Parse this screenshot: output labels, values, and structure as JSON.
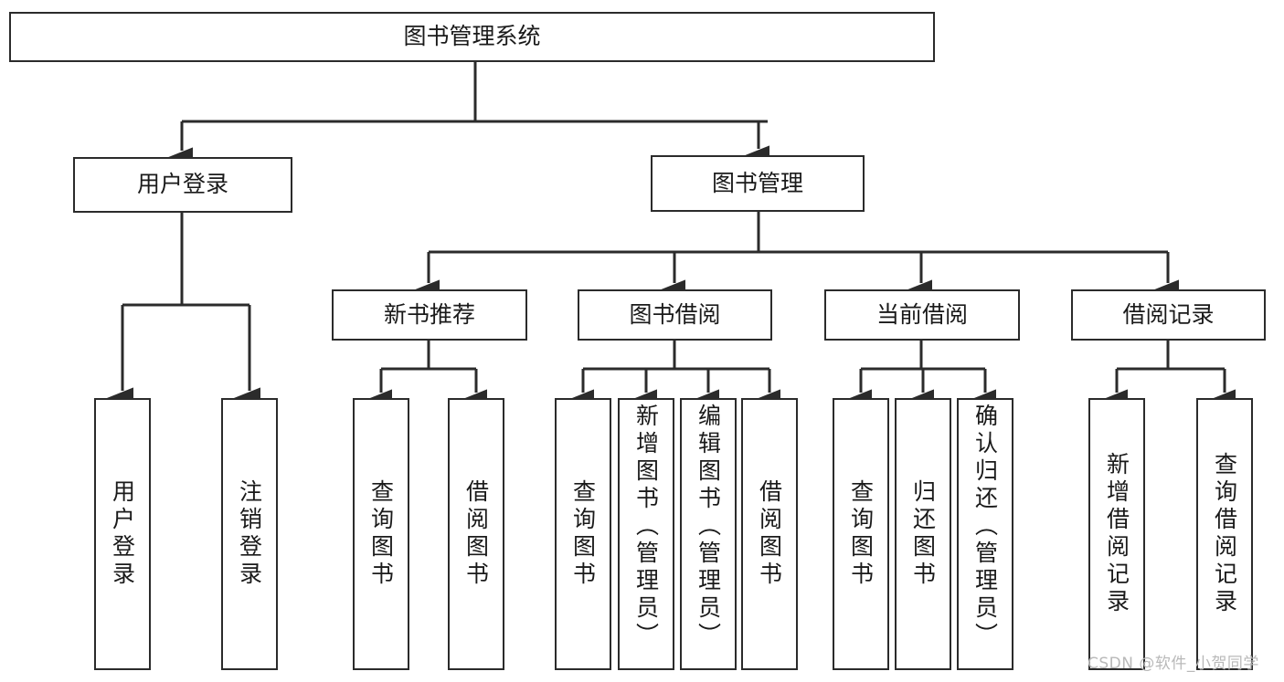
{
  "diagram": {
    "type": "tree",
    "title": "图书管理系统",
    "root": {
      "id": "root",
      "label": "图书管理系统"
    },
    "level2": [
      {
        "id": "user-login",
        "label": "用户登录"
      },
      {
        "id": "book-manage",
        "label": "图书管理"
      }
    ],
    "level3": [
      {
        "id": "new-book-rec",
        "label": "新书推荐"
      },
      {
        "id": "book-borrow",
        "label": "图书借阅"
      },
      {
        "id": "current-borrow",
        "label": "当前借阅"
      },
      {
        "id": "borrow-record",
        "label": "借阅记录"
      }
    ],
    "leaves": {
      "user_login": [
        {
          "id": "leaf-user-login",
          "label": "用户登录"
        },
        {
          "id": "leaf-user-logout",
          "label": "注销登录"
        }
      ],
      "new_book_rec": [
        {
          "id": "leaf-query-book-1",
          "label": "查询图书"
        },
        {
          "id": "leaf-borrow-book-1",
          "label": "借阅图书"
        }
      ],
      "book_borrow": [
        {
          "id": "leaf-query-book-2",
          "label": "查询图书"
        },
        {
          "id": "leaf-add-book",
          "label": "新增图书（管理员）"
        },
        {
          "id": "leaf-edit-book",
          "label": "编辑图书（管理员）"
        },
        {
          "id": "leaf-borrow-book-2",
          "label": "借阅图书"
        }
      ],
      "current_borrow": [
        {
          "id": "leaf-query-book-3",
          "label": "查询图书"
        },
        {
          "id": "leaf-return-book",
          "label": "归还图书"
        },
        {
          "id": "leaf-confirm-return",
          "label": "确认归还（管理员）"
        }
      ],
      "borrow_record": [
        {
          "id": "leaf-add-record",
          "label": "新增借阅记录"
        },
        {
          "id": "leaf-query-record",
          "label": "查询借阅记录"
        }
      ]
    },
    "colors": {
      "stroke": "#2b2b2b",
      "fill": "#ffffff",
      "text": "#1a1a1a",
      "watermark": "#b9b9b9"
    }
  },
  "watermark": {
    "text": "CSDN @软件_小贺同学"
  }
}
